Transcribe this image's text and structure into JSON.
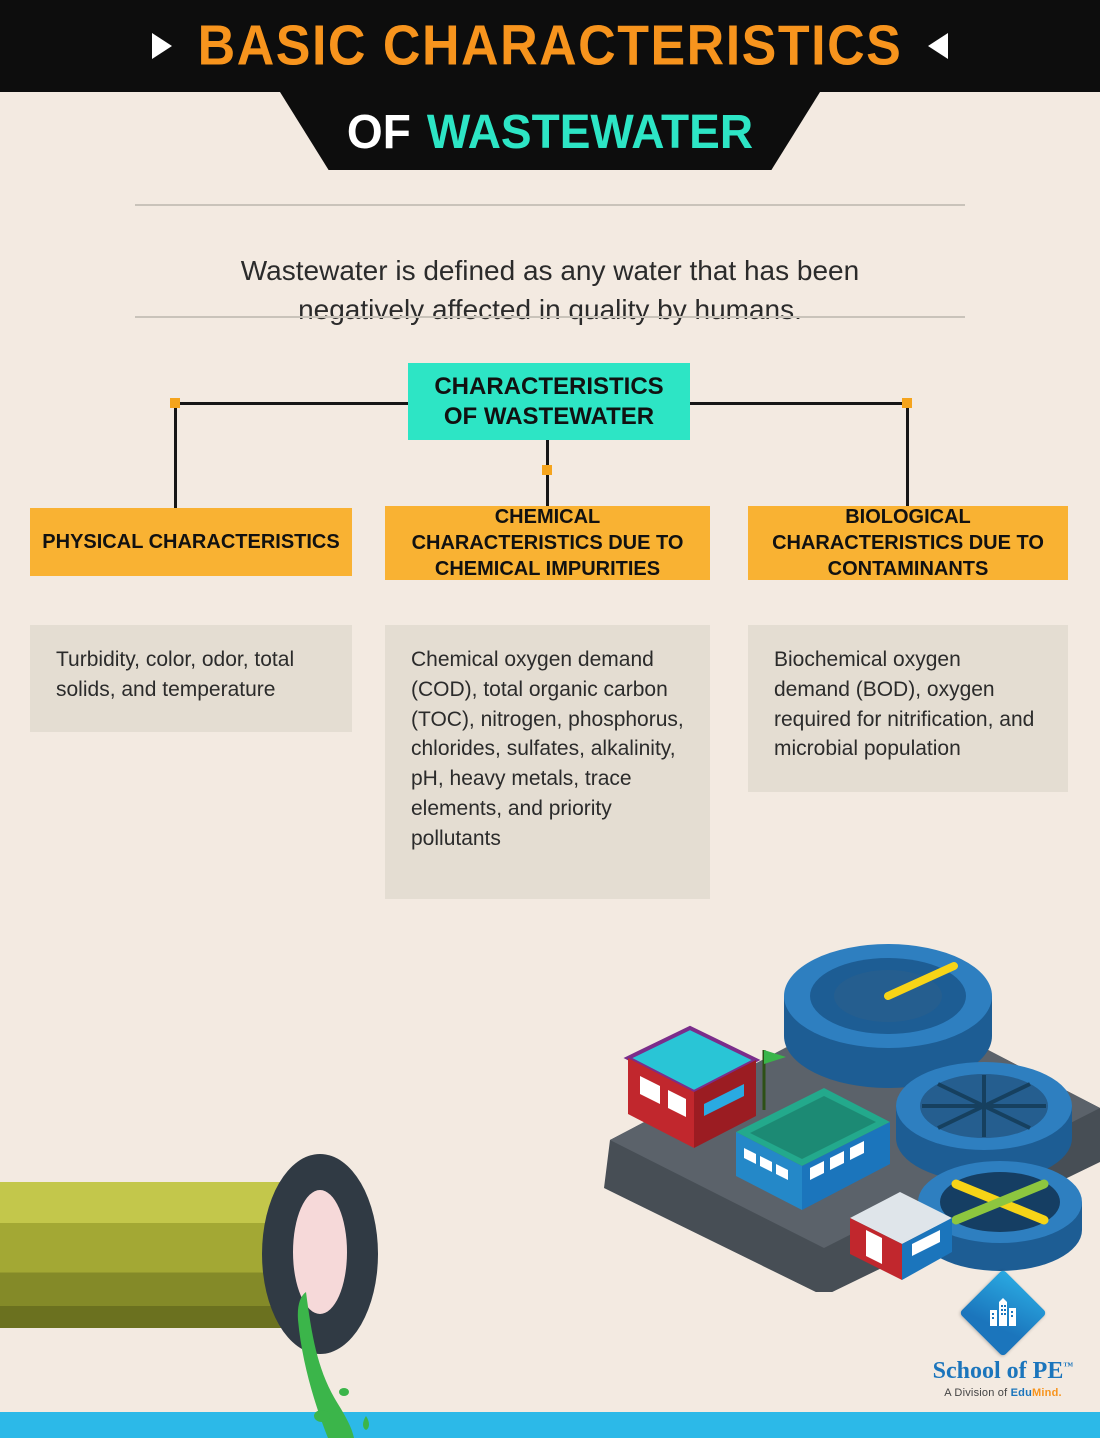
{
  "colors": {
    "accent_orange": "#f7941d",
    "accent_teal": "#2de5c5",
    "node_orange": "#f9b233",
    "desc_beige": "#e4ddd2",
    "background_cream": "#f3eae1",
    "banner_black": "#0d0d0d",
    "connector_black": "#161616",
    "dot_gold": "#f5a41c",
    "water_blue": "#2cb9e8",
    "brand_blue": "#1b75bc"
  },
  "header": {
    "title": "BASIC CHARACTERISTICS",
    "subtitle_prefix": "OF",
    "subtitle_highlight": "WASTEWATER"
  },
  "definition": "Wastewater is defined as any water that has been negatively affected in quality by humans.",
  "flowchart": {
    "root_label": "CHARACTERISTICS OF WASTEWATER",
    "branches": [
      {
        "title": "PHYSICAL CHARACTERISTICS",
        "description": "Turbidity, color, odor, total solids, and temperature"
      },
      {
        "title": "CHEMICAL CHARACTERISTICS DUE TO CHEMICAL IMPURITIES",
        "description": "Chemical oxygen demand (COD), total organic carbon (TOC), nitrogen, phosphorus, chlorides, sulfates, alkalinity, pH, heavy metals, trace elements, and priority pollutants"
      },
      {
        "title": "BIOLOGICAL CHARACTERISTICS DUE TO CONTAMINANTS",
        "description": "Biochemical oxygen demand (BOD), oxygen required for nitrification, and microbial population"
      }
    ]
  },
  "footer": {
    "brand_name": "School of PE",
    "brand_tm": "™",
    "division_prefix": "A Division of ",
    "division_brand_a": "Edu",
    "division_brand_b": "Mind."
  }
}
